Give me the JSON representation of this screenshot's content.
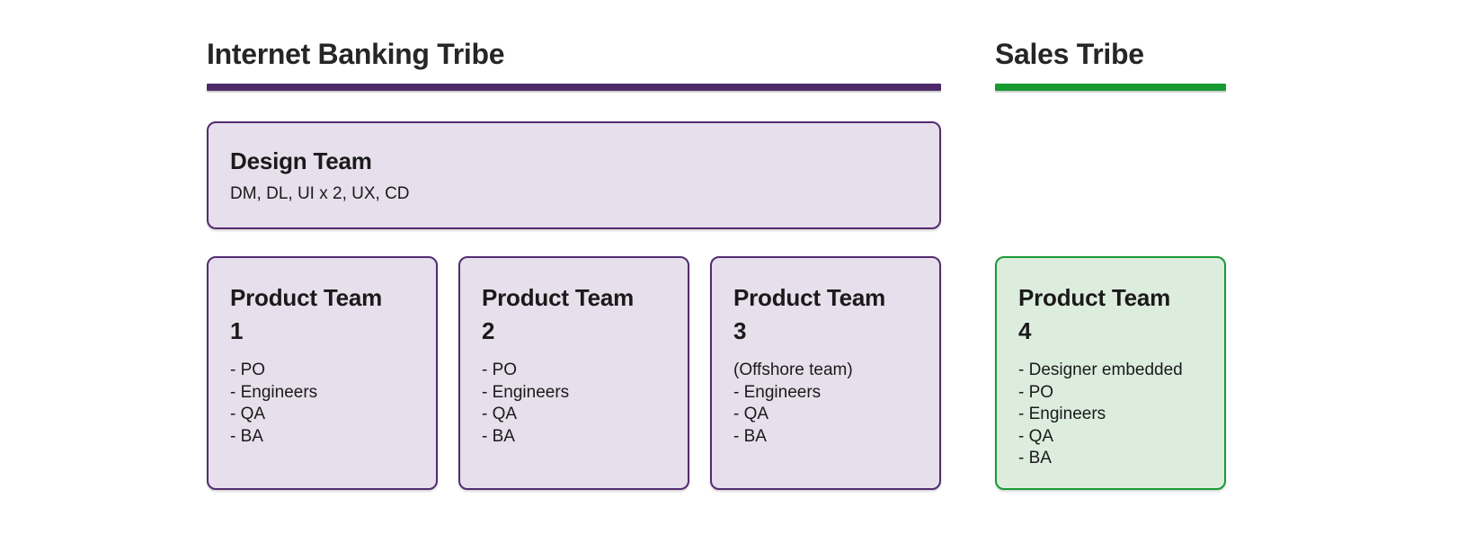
{
  "page": {
    "background_color": "#ffffff",
    "text_color": "#1a1a1a"
  },
  "tribes": [
    {
      "name": "Internet Banking Tribe",
      "accent_color": "#4e2a69",
      "card_fill_color": "#e7dfec",
      "card_border_color": "#532c70",
      "design_team": {
        "title": "Design Team",
        "members": "DM, DL, UI x 2, UX, CD"
      },
      "product_teams": [
        {
          "title": "Product Team 1",
          "items": [
            "- PO",
            "- Engineers",
            "- QA",
            "- BA"
          ]
        },
        {
          "title": "Product Team 2",
          "items": [
            "- PO",
            "- Engineers",
            "- QA",
            "- BA"
          ]
        },
        {
          "title": "Product Team 3",
          "items": [
            "(Offshore team)",
            "- Engineers",
            "- QA",
            "- BA"
          ]
        }
      ]
    },
    {
      "name": "Sales Tribe",
      "accent_color": "#189a33",
      "card_fill_color": "#dcedde",
      "card_border_color": "#189a33",
      "product_teams": [
        {
          "title": "Product Team 4",
          "items": [
            "- Designer embedded",
            "- PO",
            "- Engineers",
            "- QA",
            "- BA"
          ]
        }
      ]
    }
  ]
}
